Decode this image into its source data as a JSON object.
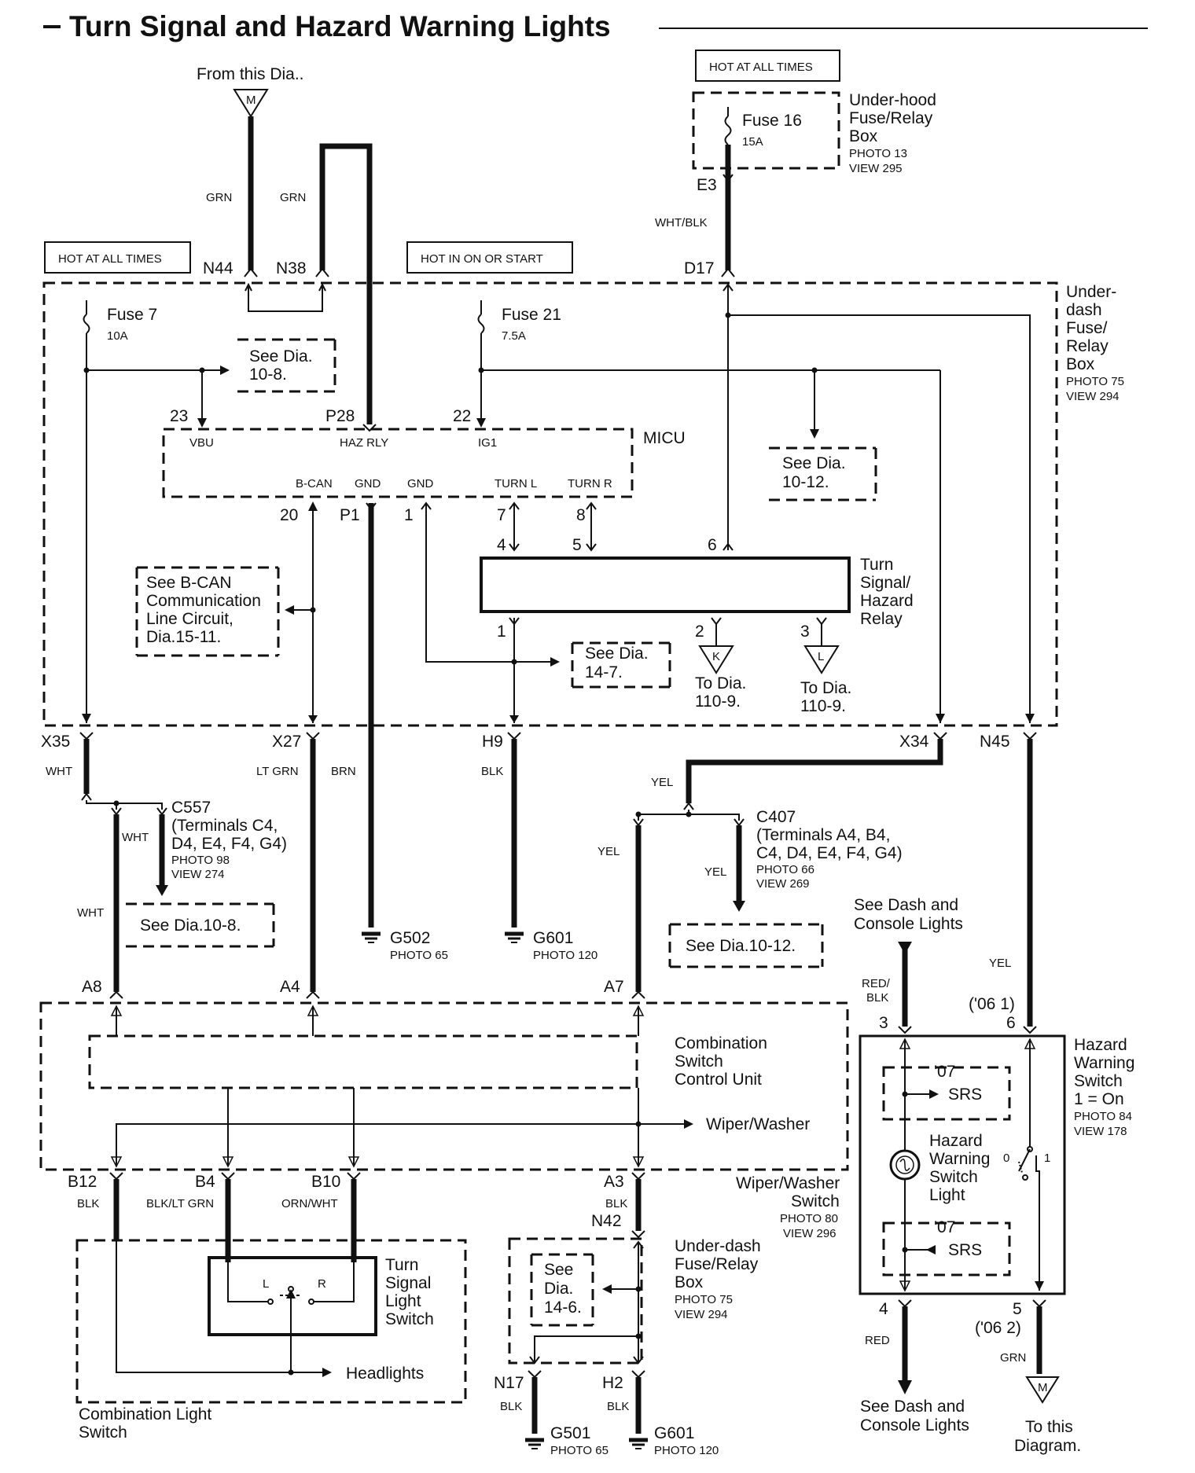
{
  "title": "Turn Signal and Hazard Warning Lights",
  "power": {
    "hot_at_all_times_left": "HOT AT ALL TIMES",
    "hot_in_on_or_start": "HOT IN ON OR START",
    "hot_at_all_times_top": "HOT AT ALL TIMES"
  },
  "from_dia": "From this Dia..",
  "connector_m": "M",
  "underhood": {
    "line1": "Under-hood",
    "line2": "Fuse/Relay",
    "line3": "Box",
    "photo": "PHOTO 13",
    "view": "VIEW 295",
    "fuse": "Fuse 16",
    "fuse_rating": "15A"
  },
  "underdash": {
    "line1": "Under-",
    "line2": "dash",
    "line3": "Fuse/",
    "line4": "Relay",
    "line5": "Box",
    "photo": "PHOTO 75",
    "view": "VIEW 294",
    "fuse7": "Fuse 7",
    "fuse7_rating": "10A",
    "fuse21": "Fuse 21",
    "fuse21_rating": "7.5A"
  },
  "micu": {
    "label": "MICU",
    "vbu": "VBU",
    "haz_rly": "HAZ RLY",
    "ig1": "IG1",
    "bcan": "B-CAN",
    "gnd1": "GND",
    "gnd2": "GND",
    "turn_l": "TURN L",
    "turn_r": "TURN R"
  },
  "relay": {
    "line1": "Turn",
    "line2": "Signal/",
    "line3": "Hazard",
    "line4": "Relay"
  },
  "refs": {
    "see_10_8_a": "See Dia.",
    "see_10_8_b": "10-8.",
    "see_10_12_a": "See Dia.",
    "see_10_12_b": "10-12.",
    "see_14_7_a": "See Dia.",
    "see_14_7_b": "14-7.",
    "bcan_1": "See B-CAN",
    "bcan_2": "Communication",
    "bcan_3": "Line Circuit,",
    "bcan_4": "Dia.15-11.",
    "to_dia_k_1": "To Dia.",
    "to_dia_k_2": "110-9.",
    "to_dia_l_1": "To Dia.",
    "to_dia_l_2": "110-9.",
    "see_10_8_c": "See Dia.10-8.",
    "see_10_12_c": "See Dia.10-12.",
    "see_14_6_a": "See",
    "see_14_6_b": "Dia.",
    "see_14_6_c": "14-6.",
    "dash_top_1": "See Dash and",
    "dash_top_2": "Console Lights",
    "dash_bot_1": "See Dash and",
    "dash_bot_2": "Console Lights",
    "to_this_1": "To this",
    "to_this_2": "Diagram."
  },
  "wires": {
    "grn1": "GRN",
    "grn2": "GRN",
    "wht_blk": "WHT/BLK",
    "wht1": "WHT",
    "wht2": "WHT",
    "wht3": "WHT",
    "lt_grn": "LT GRN",
    "brn": "BRN",
    "blk_h9": "BLK",
    "yel1": "YEL",
    "yel2": "YEL",
    "yel3": "YEL",
    "yel4": "YEL",
    "red_blk_1": "RED/",
    "red_blk_2": "BLK",
    "blk_b12": "BLK",
    "blk_lt_grn": "BLK/LT GRN",
    "orn_wht": "ORN/WHT",
    "blk_a3": "BLK",
    "blk_n17": "BLK",
    "blk_h2": "BLK",
    "red": "RED",
    "grn3": "GRN"
  },
  "pins": {
    "n44": "N44",
    "n38": "N38",
    "d17": "D17",
    "e3": "E3",
    "p23": "23",
    "p28": "P28",
    "p22": "22",
    "p20": "20",
    "p1": "P1",
    "p1b": "1",
    "p7": "7",
    "p8": "8",
    "r4": "4",
    "r5": "5",
    "r6": "6",
    "r1": "1",
    "r2": "2",
    "r3": "3",
    "x35": "X35",
    "x27": "X27",
    "h9": "H9",
    "x34": "X34",
    "n45": "N45",
    "a8": "A8",
    "a4": "A4",
    "a7": "A7",
    "b12": "B12",
    "b4": "B4",
    "b10": "B10",
    "a3": "A3",
    "n42": "N42",
    "n17": "N17",
    "h2": "H2",
    "hz3": "3",
    "hz6": "6",
    "hz4": "4",
    "hz5": "5",
    "yr06_1": "('06 1)",
    "yr06_2": "('06 2)"
  },
  "connectors": {
    "c557_1": "C557",
    "c557_2": "(Terminals C4,",
    "c557_3": "D4, E4, F4, G4)",
    "c557_photo": "PHOTO 98",
    "c557_view": "VIEW 274",
    "c407_1": "C407",
    "c407_2": "(Terminals A4, B4,",
    "c407_3": "C4, D4, E4, F4, G4)",
    "c407_photo": "PHOTO 66",
    "c407_view": "VIEW 269",
    "k": "K",
    "l": "L"
  },
  "grounds": {
    "g502": "G502",
    "g502_photo": "PHOTO 65",
    "g601": "G601",
    "g601_photo": "PHOTO 120",
    "g501": "G501",
    "g501_photo": "PHOTO 65",
    "g601b": "G601",
    "g601b_photo": "PHOTO 120"
  },
  "combo_unit": {
    "line1": "Combination",
    "line2": "Switch",
    "line3": "Control Unit",
    "wiper": "Wiper/Washer"
  },
  "wiper_switch": {
    "line1": "Wiper/Washer",
    "line2": "Switch",
    "photo": "PHOTO 80",
    "view": "VIEW 296"
  },
  "underdash2": {
    "line1": "Under-dash",
    "line2": "Fuse/Relay",
    "line3": "Box",
    "photo": "PHOTO 75",
    "view": "VIEW 294"
  },
  "turn_switch": {
    "line1": "Turn",
    "line2": "Signal",
    "line3": "Light",
    "line4": "Switch",
    "l": "L",
    "r": "R",
    "headlights": "Headlights"
  },
  "combo_light": {
    "line1": "Combination Light",
    "line2": "Switch"
  },
  "hazard_switch": {
    "line1": "Hazard",
    "line2": "Warning",
    "line3": "Switch",
    "line4": "1 = On",
    "photo": "PHOTO 84",
    "view": "VIEW 178",
    "yr07a": "'07",
    "srs1": "SRS",
    "yr07b": "'07",
    "srs2": "SRS",
    "light1": "Hazard",
    "light2": "Warning",
    "light3": "Switch",
    "light4": "Light",
    "pos0": "0",
    "pos1": "1"
  }
}
